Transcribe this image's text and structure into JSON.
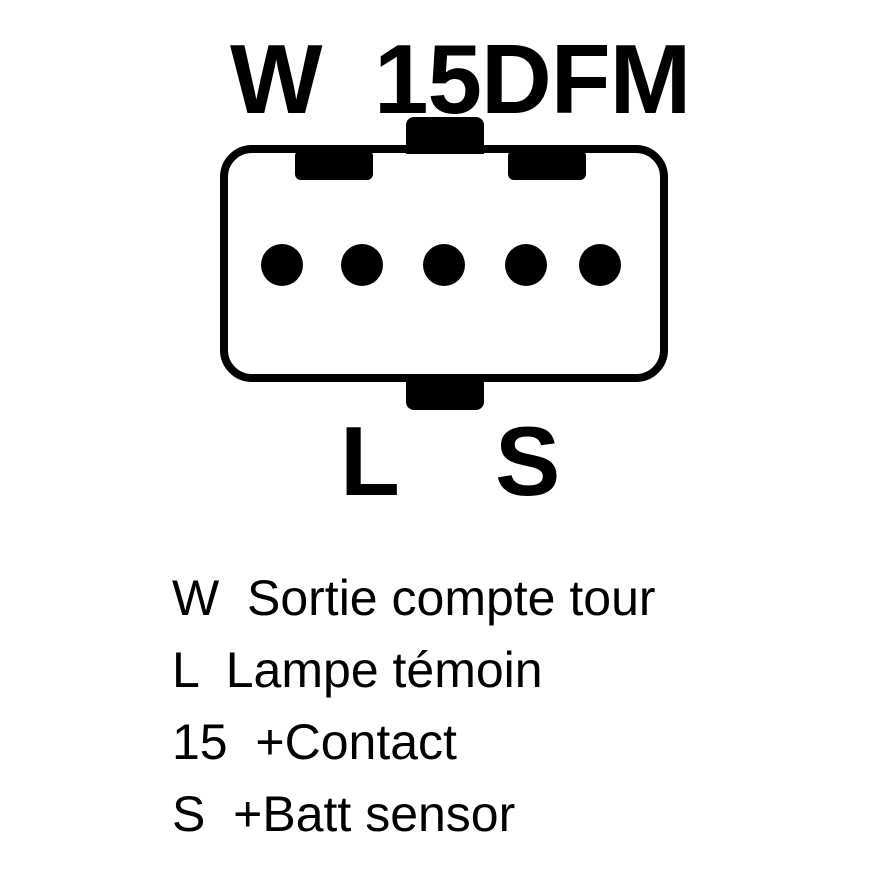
{
  "terminals_top": "W  15DFM",
  "terminals_bottom_left": "L",
  "terminals_bottom_right": "S",
  "pin_count": 5,
  "legend": [
    {
      "code": "W",
      "text": "Sortie compte tour"
    },
    {
      "code": "L",
      "text": "Lampe témoin"
    },
    {
      "code": "15",
      "text": "+Contact"
    },
    {
      "code": "S",
      "text": "+Batt sensor"
    }
  ]
}
